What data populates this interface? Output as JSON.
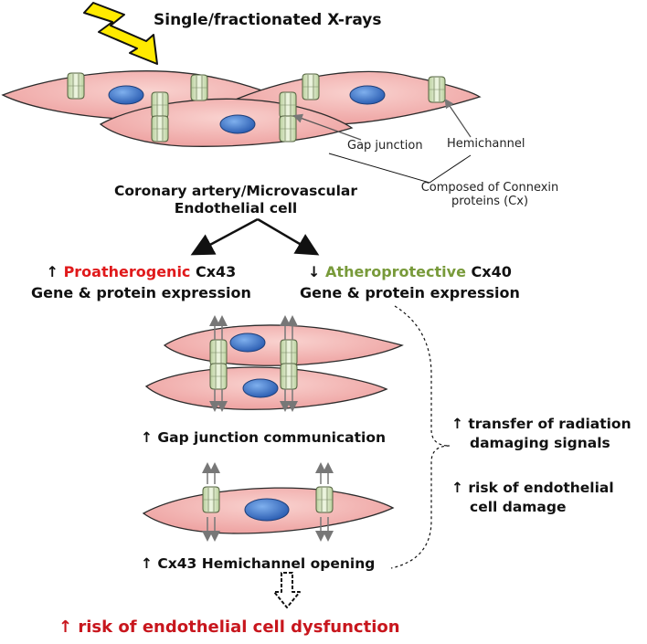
{
  "header": {
    "title": "Single/fractionated X-rays"
  },
  "labels": {
    "gap_junction": "Gap junction",
    "hemichannel": "Hemichannel",
    "connexin_line1": "Composed of Connexin",
    "connexin_line2": "proteins (Cx)"
  },
  "cell": {
    "line1": "Coronary artery/Microvascular",
    "line2": "Endothelial cell"
  },
  "left_branch": {
    "arrow": "↑",
    "highlight": "Proatherogenic",
    "connexin": "Cx43",
    "line2": "Gene & protein expression"
  },
  "right_branch": {
    "arrow": "↓",
    "highlight": "Atheroprotective",
    "connexin": "Cx40",
    "line2": "Gene & protein expression"
  },
  "effects": {
    "gap_comm": "↑ Gap junction communication",
    "hemichannel_open": "↑ Cx43 Hemichannel opening"
  },
  "outcomes": {
    "transfer_line1": "↑ transfer of radiation",
    "transfer_line2": "damaging signals",
    "risk_line1": "↑ risk of  endothelial",
    "risk_line2": "cell damage"
  },
  "conclusion": {
    "arrow": "↑",
    "text": "risk of endothelial cell dysfunction"
  },
  "colors": {
    "cell_fill": "#f3b4b2",
    "cell_stroke": "#2b2b2b",
    "nucleus": "#3f78c8",
    "connexin": "#dbe9c6",
    "lightning": "#ffea00",
    "red": "#e0191b",
    "green": "#789a3a",
    "dark_red": "#c8161d"
  },
  "icons": [
    "lightning-icon",
    "connexin-channel-icon",
    "nucleus-icon",
    "dashed-down-arrow-icon"
  ]
}
